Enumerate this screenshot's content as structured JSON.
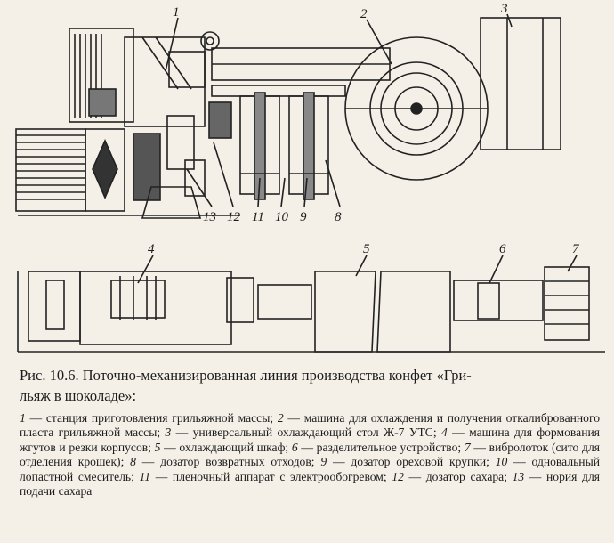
{
  "figure": {
    "callouts": [
      "1",
      "2",
      "3",
      "4",
      "5",
      "6",
      "7",
      "8",
      "9",
      "10",
      "11",
      "12",
      "13"
    ]
  },
  "caption": {
    "line1": "Рис. 10.6. Поточно-механизированная линия производства конфет «Гри-",
    "line2": "льяж в шоколаде»:"
  },
  "legend": [
    {
      "n": "1",
      "text": " — станция приготовления грильяжной массы; "
    },
    {
      "n": "2",
      "text": " — машина для охлаждения и получения откалиброванного пласта грильяжной массы; "
    },
    {
      "n": "3",
      "text": " — универсальный охлаждающий стол Ж-7 УТС; "
    },
    {
      "n": "4",
      "text": " — машина для формования жгутов и резки корпусов; "
    },
    {
      "n": "5",
      "text": " — охлаждающий шкаф; "
    },
    {
      "n": "6",
      "text": " — разделительное устройство; "
    },
    {
      "n": "7",
      "text": " — виброл­оток (сито для отделения крошек); "
    },
    {
      "n": "8",
      "text": " — дозатор возвратных отходов; "
    },
    {
      "n": "9",
      "text": " — дозатор ореховой крупки; "
    },
    {
      "n": "10",
      "text": " — одновальный лопастной смеситель; "
    },
    {
      "n": "11",
      "text": " — пленочный аппарат с электрообогревом; "
    },
    {
      "n": "12",
      "text": " — дозатор сахара; "
    },
    {
      "n": "13",
      "text": " — нория для подачи сахара"
    }
  ]
}
